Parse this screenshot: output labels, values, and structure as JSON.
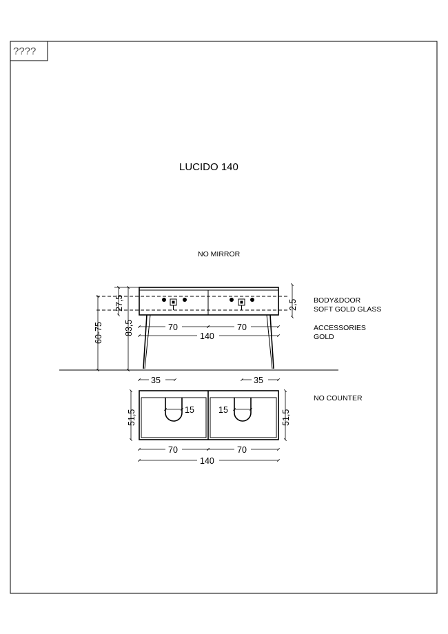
{
  "stamp": "????",
  "title": "LUCIDO 140",
  "notes": {
    "mirror": "NO MIRROR",
    "body_line1": "BODY&DOOR",
    "body_line2": "SOFT GOLD GLASS",
    "acc_line1": "ACCESSORIES",
    "acc_line2": "GOLD",
    "counter": "NO COUNTER"
  },
  "front_view": {
    "dim_top": "27,5",
    "dim_right": "2,5",
    "dim_leg": "60-75",
    "dim_height": "83,5",
    "dim_left_width": "70",
    "dim_right_width": "70",
    "dim_total": "140"
  },
  "top_view": {
    "dim_left_offset": "35",
    "dim_right_offset": "35",
    "dim_depth_left": "51,5",
    "dim_depth_right": "51,5",
    "dim_sink_left": "15",
    "dim_sink_right": "15",
    "dim_left_width": "70",
    "dim_right_width": "70",
    "dim_total": "140"
  }
}
